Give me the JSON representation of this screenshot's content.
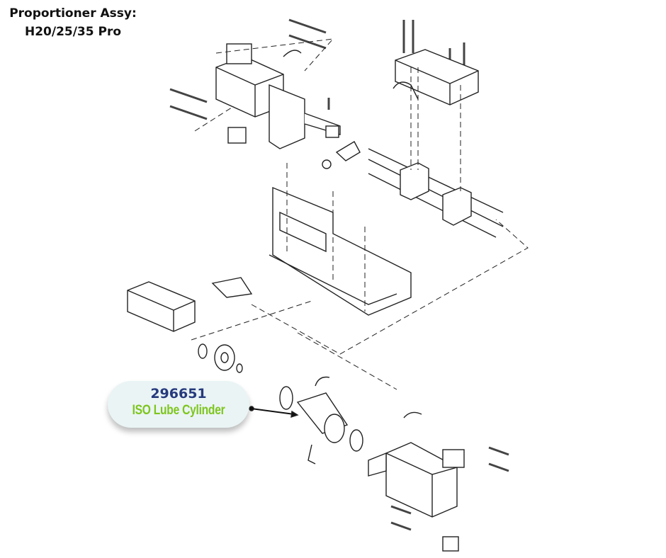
{
  "title": {
    "line1": "Proportioner Assy:",
    "line2": "H20/25/35 Pro"
  },
  "callout": {
    "part_number": "296651",
    "part_name": "ISO Lube Cylinder",
    "number_color": "#263a7d",
    "name_color": "#7ec51e"
  }
}
